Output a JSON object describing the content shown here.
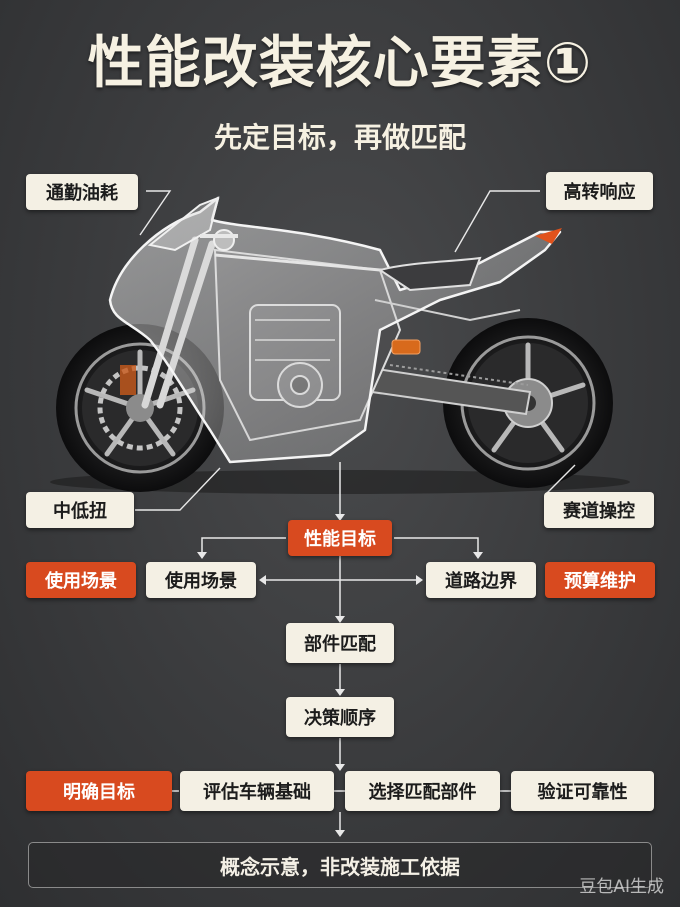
{
  "title": "性能改装核心要素①",
  "subtitle": "先定目标，再做匹配",
  "callouts": {
    "commute_fuel": "通勤油耗",
    "high_rpm_response": "高转响应",
    "low_mid_torque": "中低扭",
    "track_handling": "赛道操控"
  },
  "flow": {
    "goal": "性能目标",
    "left_tag": "使用场景",
    "use_scene": "使用场景",
    "road_limit": "道路边界",
    "right_tag": "预算维护",
    "parts_match": "部件匹配",
    "decision_order": "决策顺序"
  },
  "steps": [
    "明确目标",
    "评估车辆基础",
    "选择匹配部件",
    "验证可靠性"
  ],
  "footer": "概念示意，非改装施工依据",
  "watermark": "豆包AI生成",
  "colors": {
    "accent": "#d84a1f",
    "box": "#f4f0e4",
    "background": "#3a3b3d"
  }
}
